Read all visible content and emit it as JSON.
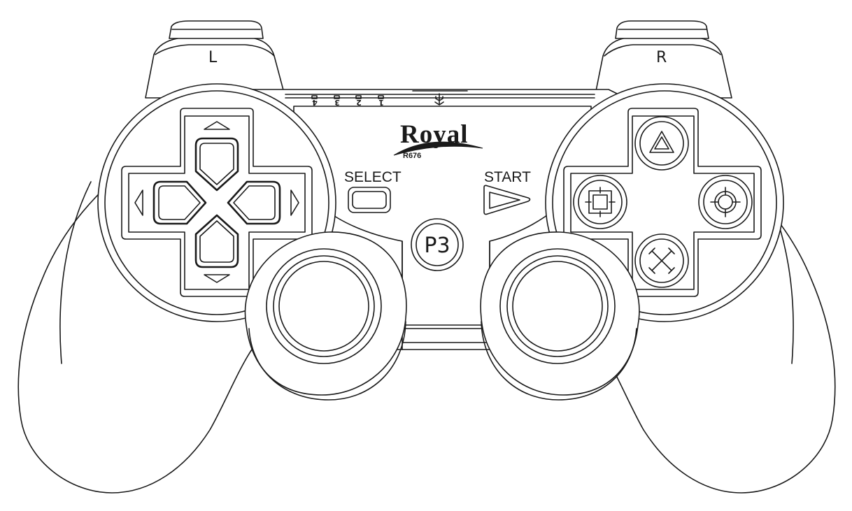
{
  "shoulder": {
    "left": "L",
    "right": "R"
  },
  "leds": [
    "4",
    "3",
    "2",
    "1"
  ],
  "brand": {
    "name": "Royal",
    "model": "R676"
  },
  "buttons": {
    "select": "SELECT",
    "start": "START",
    "home": "P3"
  }
}
